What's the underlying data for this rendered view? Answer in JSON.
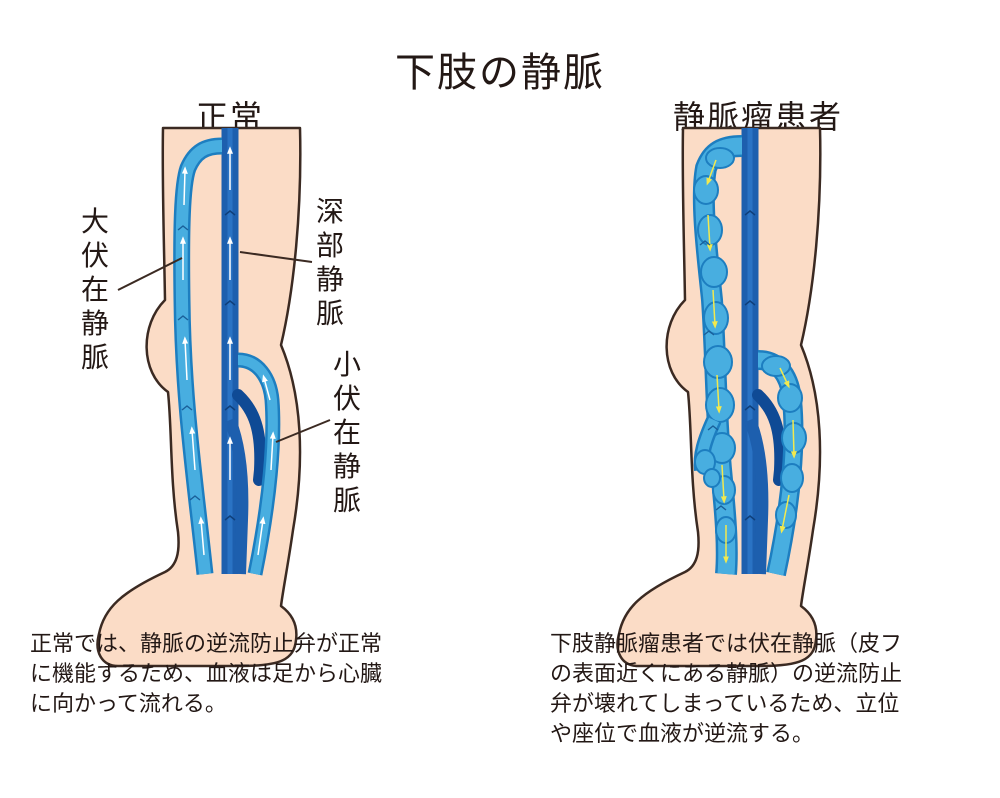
{
  "title": "下肢の静脈",
  "normal": {
    "heading": "正常",
    "labels": {
      "great_saphenous": "大伏在静脈",
      "deep": "深部静脈",
      "small_saphenous": "小伏在静脈"
    },
    "caption": "正常では、静脈の逆流防止弁が正常\nに機能するため、血液は足から心臓\nに向かって流れる。"
  },
  "varicose": {
    "heading": "静脈瘤患者",
    "caption": "下肢静脈瘤患者では伏在静脈（皮フ\nの表面近くにある静脈）の逆流防止\n弁が壊れてしまっているため、立位\nや座位で血液が逆流する。"
  },
  "colors": {
    "skin": "#fbdcc6",
    "outline": "#3b2a22",
    "deep_vein": "#1d5fae",
    "deep_vein_dark": "#0f4a95",
    "saphenous": "#48aee0",
    "saphenous_edge": "#1d7ec0",
    "arrow_normal": "#ffffff",
    "arrow_reflux": "#f2e94e"
  }
}
